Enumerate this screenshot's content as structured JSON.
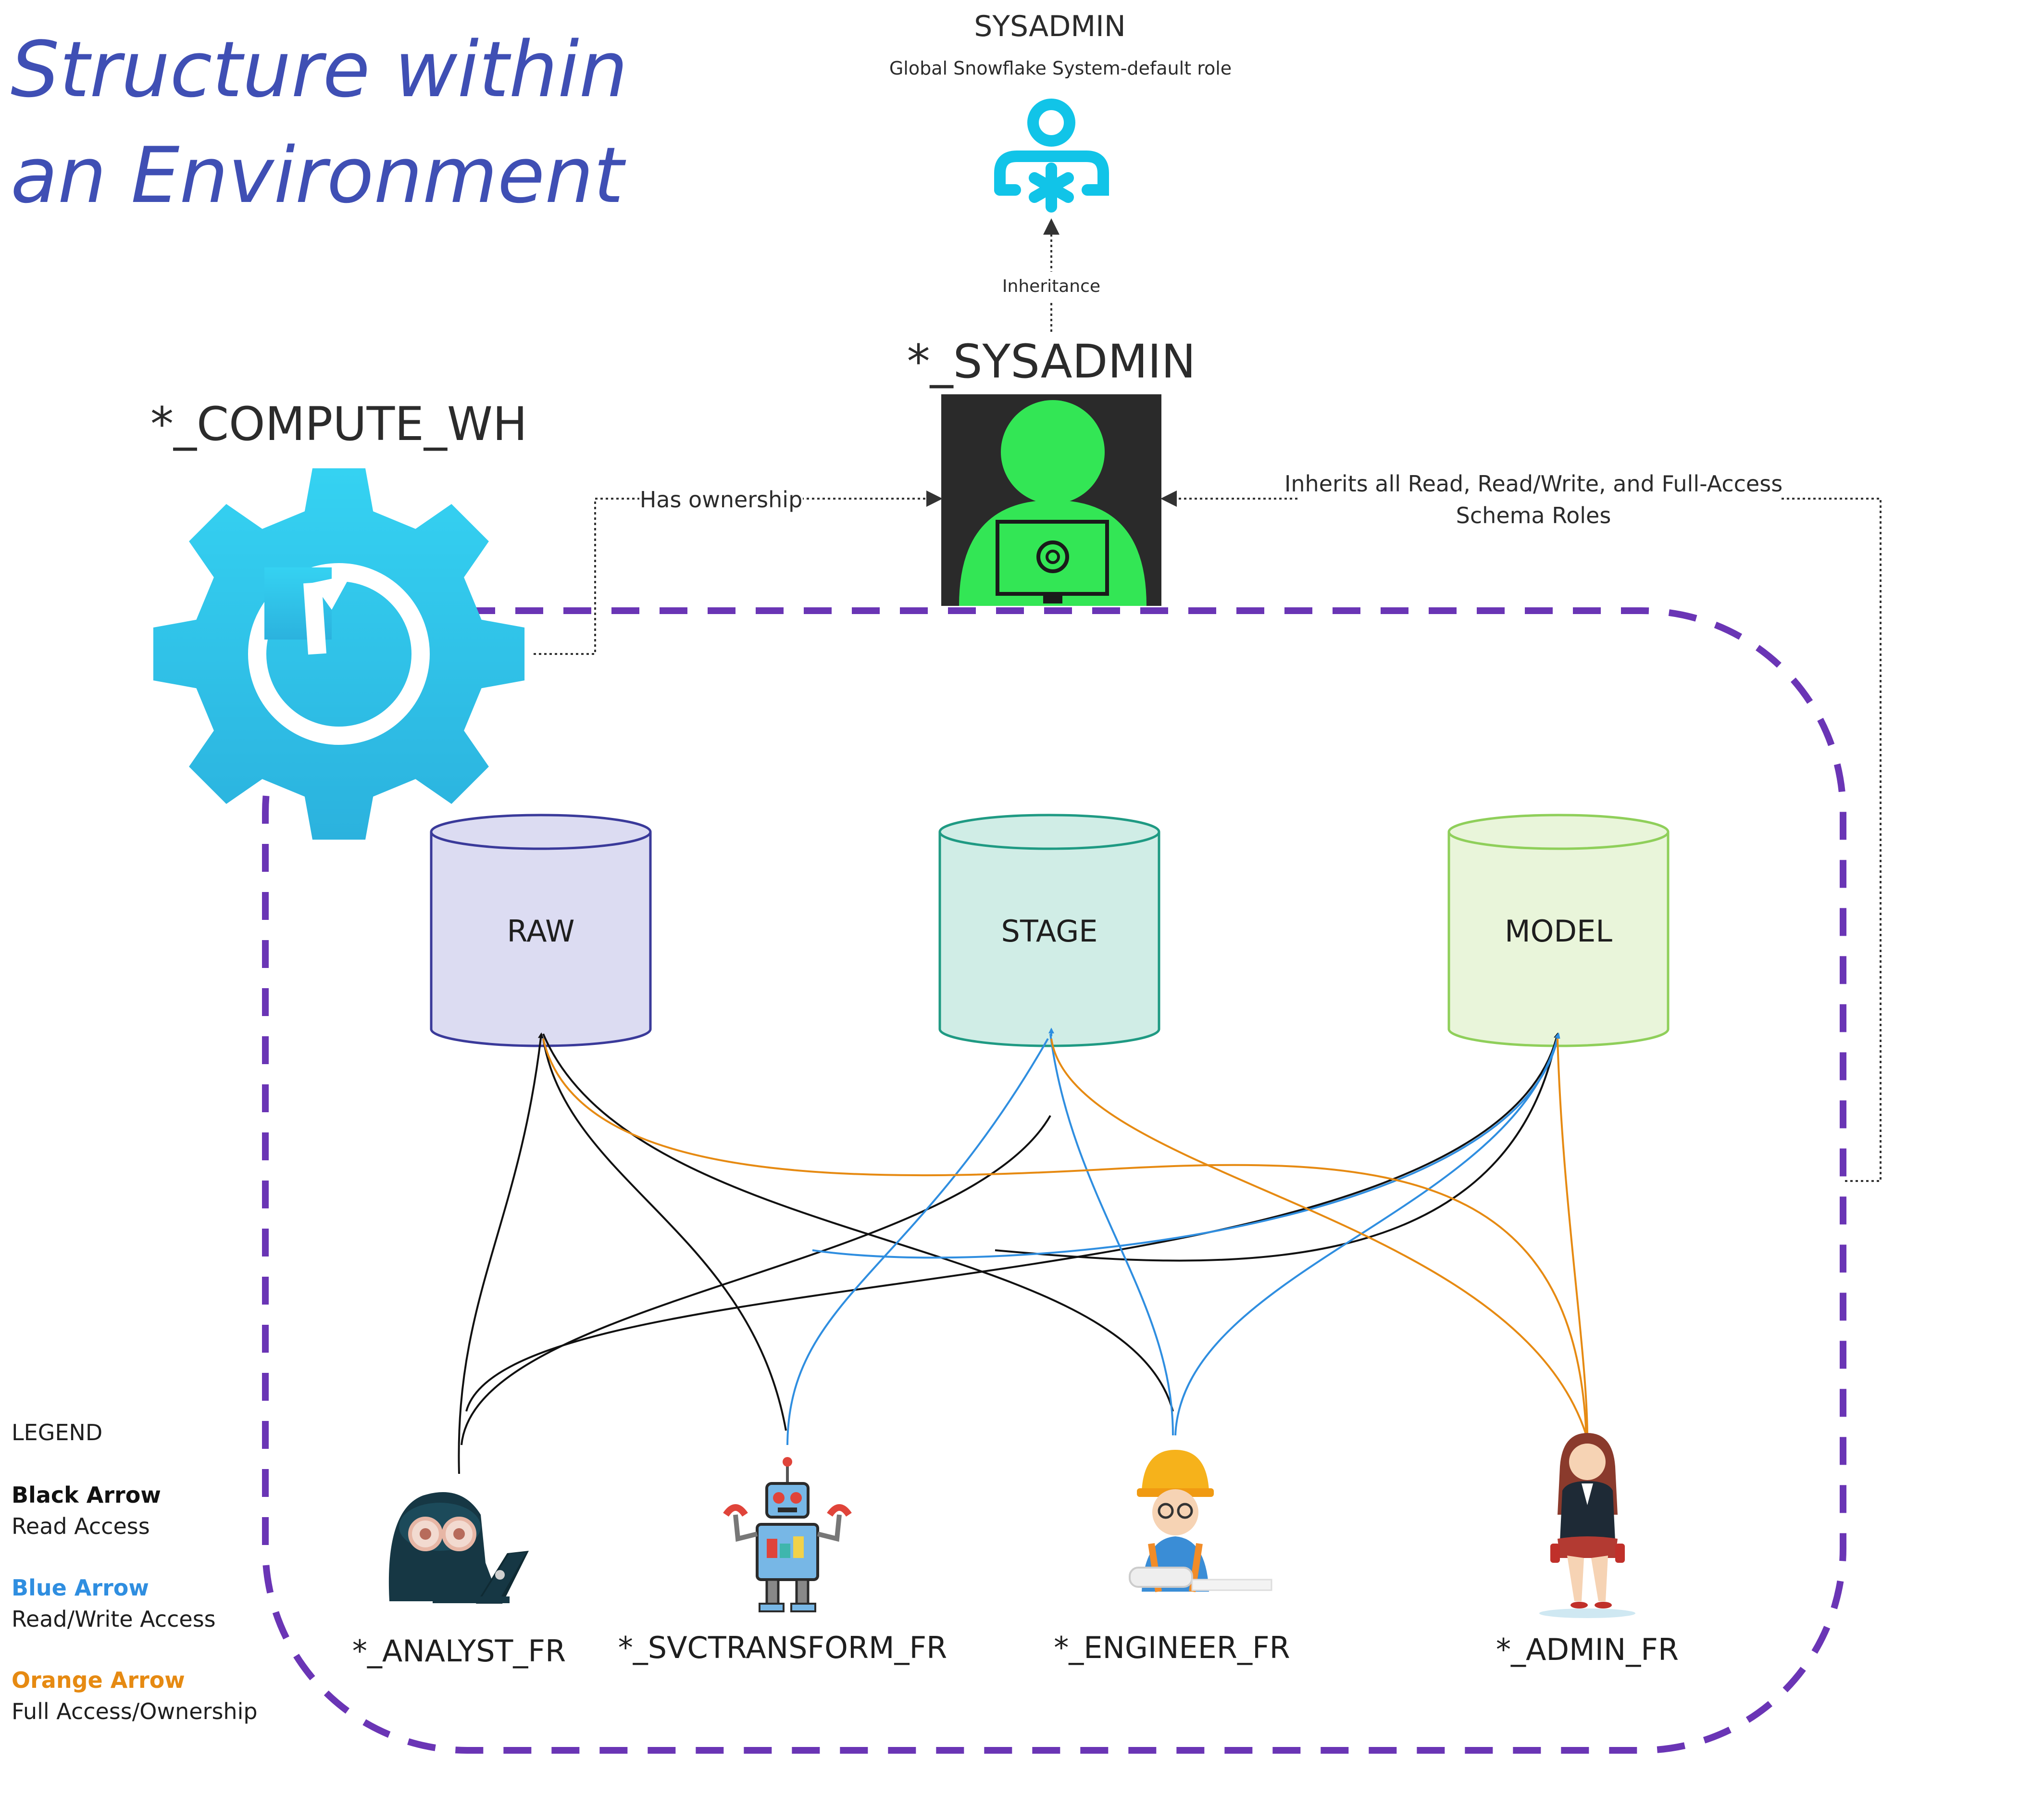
{
  "title": {
    "line1": "Structure within",
    "line2": "an Environment"
  },
  "sysadmin": {
    "label": "SYSADMIN",
    "subtitle": "Global Snowflake System-default role",
    "icon": "snowflake-user-icon"
  },
  "inheritance_label": "Inheritance",
  "env_sysadmin": {
    "label": "*_SYSADMIN",
    "icon": "admin-user-icon"
  },
  "compute": {
    "label": "*_COMPUTE_WH",
    "icon": "gear-refresh-icon"
  },
  "edges_labels": {
    "ownership": "Has ownership",
    "inherits_line1": "Inherits all Read, Read/Write, and Full-Access",
    "inherits_line2": "Schema Roles"
  },
  "databases": [
    {
      "id": "raw",
      "label": "RAW",
      "fill": "#dcdcf2",
      "stroke": "#3a3a9a"
    },
    {
      "id": "stage",
      "label": "STAGE",
      "fill": "#d0ede6",
      "stroke": "#1f9a83"
    },
    {
      "id": "model",
      "label": "MODEL",
      "fill": "#e9f5da",
      "stroke": "#8fcf5a"
    }
  ],
  "roles": [
    {
      "id": "analyst",
      "label": "*_ANALYST_FR",
      "icon": "hacker-icon"
    },
    {
      "id": "svctransform",
      "label": "*_SVCTRANSFORM_FR",
      "icon": "robot-icon"
    },
    {
      "id": "engineer",
      "label": "*_ENGINEER_FR",
      "icon": "engineer-icon"
    },
    {
      "id": "admin",
      "label": "*_ADMIN_FR",
      "icon": "businesswoman-icon"
    }
  ],
  "legend": {
    "title": "LEGEND",
    "items": [
      {
        "name": "Black Arrow",
        "desc": "Read Access",
        "color": "#111111"
      },
      {
        "name": "Blue Arrow",
        "desc": "Read/Write Access",
        "color": "#2f8ee0"
      },
      {
        "name": "Orange Arrow",
        "desc": "Full Access/Ownership",
        "color": "#e68a12"
      }
    ]
  },
  "colors": {
    "title": "#3f4fb4",
    "boundary": "#6a35b5",
    "gear": "#2ec6ec",
    "sysadmin_icon": "#11c4e8",
    "admin_user": "#33e655"
  }
}
